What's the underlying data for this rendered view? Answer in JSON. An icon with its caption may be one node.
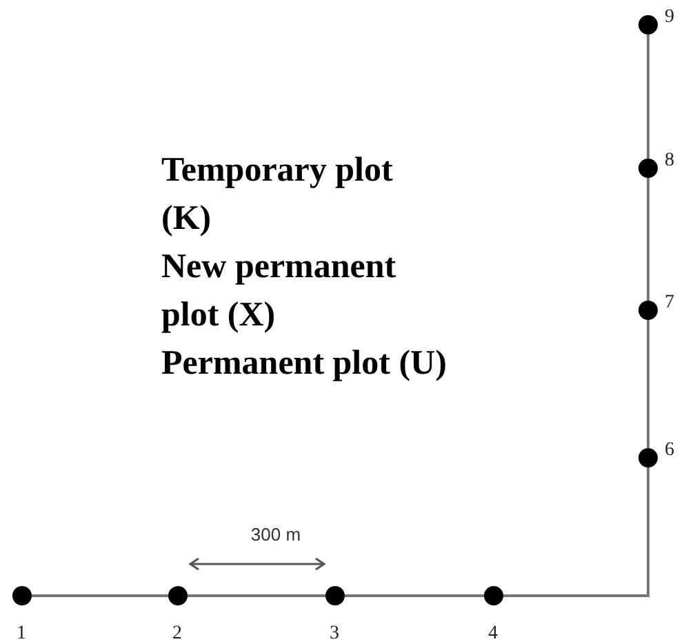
{
  "diagram": {
    "nodes": [
      {
        "text": [],
        "shape": "circle",
        "beside": [
          "1"
        ]
      },
      {
        "text": [],
        "shape": "circle",
        "beside": [
          "2"
        ]
      },
      {
        "text": [],
        "shape": "circle",
        "beside": [
          "3"
        ]
      },
      {
        "text": [],
        "shape": "circle",
        "beside": [
          "4"
        ]
      },
      {
        "text": [],
        "shape": "circle",
        "beside": [
          "6"
        ]
      },
      {
        "text": [],
        "shape": "circle",
        "beside": [
          "7"
        ]
      },
      {
        "text": [],
        "shape": "circle",
        "beside": [
          "8"
        ]
      },
      {
        "text": [],
        "shape": "circle",
        "beside": [
          "9"
        ]
      }
    ],
    "edges": [
      {
        "from": 0,
        "to": 1,
        "arrow": "none"
      },
      {
        "from": 1,
        "to": 2,
        "arrow": "none"
      },
      {
        "from": 2,
        "to": 3,
        "arrow": "none"
      },
      {
        "from": 3,
        "to": 4,
        "arrow": "none"
      },
      {
        "from": 4,
        "to": 5,
        "arrow": "none"
      },
      {
        "from": 5,
        "to": 6,
        "arrow": "none"
      },
      {
        "from": 6,
        "to": 7,
        "arrow": "none"
      }
    ],
    "labels": [
      "Temporary plot (K)",
      "New permanent plot (X)",
      "Permanent plot (U)",
      "300 m"
    ]
  }
}
